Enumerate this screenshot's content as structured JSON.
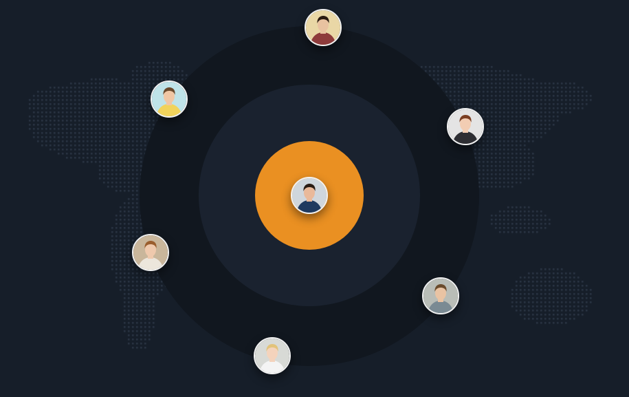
{
  "scene": {
    "background_color": "#161e29",
    "map_dot_color": "#2b3645",
    "ring_outer_color": "#11171f",
    "ring_inner_color": "#1b2431",
    "accent_color": "#ea9022"
  },
  "center_avatar": {
    "icon": "user-avatar-icon",
    "skin": "#e9b99a",
    "hair": "#2b1d14",
    "shirt": "#1f3a5f",
    "bg": "#cfd6dc"
  },
  "orbit_avatars": [
    {
      "id": "top",
      "icon": "user-avatar-icon",
      "skin": "#e8c2a0",
      "hair": "#2a1a10",
      "shirt": "#8e3b3b",
      "bg": "#e9d7a6"
    },
    {
      "id": "upper-left",
      "icon": "user-avatar-icon",
      "skin": "#f0c6a4",
      "hair": "#6b4a2c",
      "shirt": "#f1d35b",
      "bg": "#bfe3e8"
    },
    {
      "id": "upper-right",
      "icon": "user-avatar-icon",
      "skin": "#f2cdb3",
      "hair": "#7a3e22",
      "shirt": "#2e2e33",
      "bg": "#e4e4e4"
    },
    {
      "id": "left",
      "icon": "user-avatar-icon",
      "skin": "#efc9ad",
      "hair": "#9a5e2e",
      "shirt": "#ece6dc",
      "bg": "#c9b69b"
    },
    {
      "id": "lower-right",
      "icon": "user-avatar-icon",
      "skin": "#e9c3a3",
      "hair": "#6a4b2c",
      "shirt": "#7a8a93",
      "bg": "#b9bdb7"
    },
    {
      "id": "bottom",
      "icon": "user-avatar-icon",
      "skin": "#f4d3bc",
      "hair": "#e2c37a",
      "shirt": "#f4f4f4",
      "bg": "#d8dad6"
    }
  ]
}
